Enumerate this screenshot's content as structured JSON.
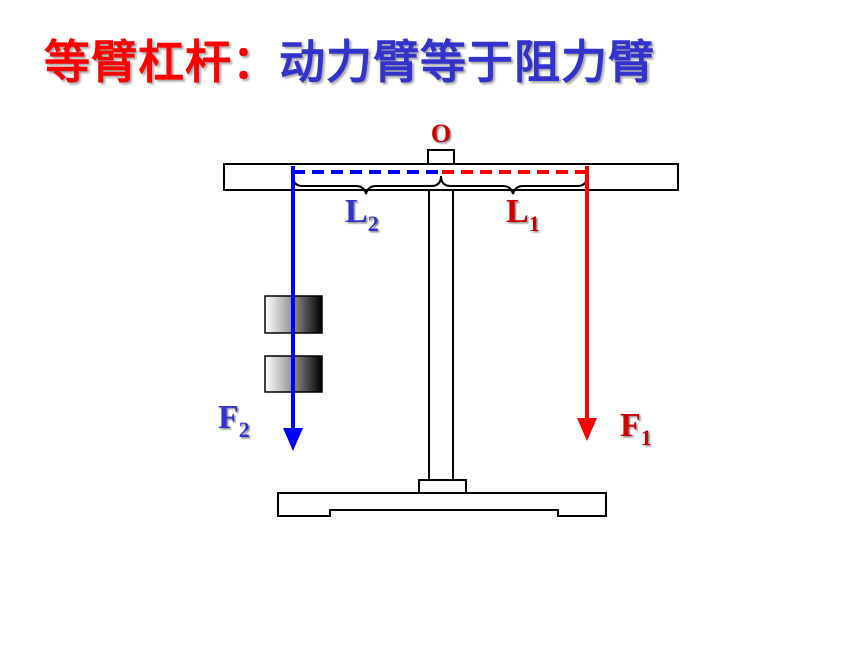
{
  "title": {
    "red_part": "等臂杠杆：",
    "blue_part": "动力臂等于阻力臂"
  },
  "diagram": {
    "fulcrum_label": "O",
    "left_arm_label": {
      "main": "L",
      "sub": "2"
    },
    "right_arm_label": {
      "main": "L",
      "sub": "1"
    },
    "left_force_label": {
      "main": "F",
      "sub": "2"
    },
    "right_force_label": {
      "main": "F",
      "sub": "1"
    },
    "colors": {
      "red": "#ff0000",
      "blue": "#0000ff",
      "label_blue": "#3333cc",
      "label_red": "#cc0000",
      "outline": "#000000"
    }
  }
}
